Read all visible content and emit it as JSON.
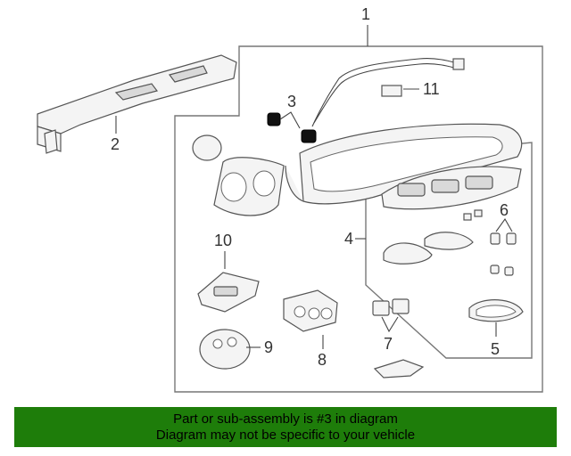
{
  "callouts": {
    "c1": "1",
    "c2": "2",
    "c3": "3",
    "c4": "4",
    "c5": "5",
    "c6": "6",
    "c7": "7",
    "c8": "8",
    "c9": "9",
    "c10": "10",
    "c11": "11"
  },
  "highlighted_part": "3",
  "colors": {
    "banner_bg": "#1e7d0a",
    "highlight": "#111111"
  },
  "banner": {
    "line1": "Part or sub-assembly is #3 in diagram",
    "line2": "Diagram may not be specific to your vehicle"
  }
}
